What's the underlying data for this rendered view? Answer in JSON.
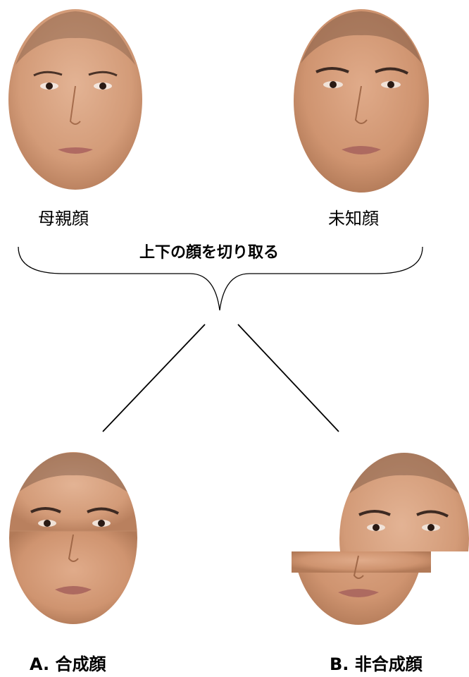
{
  "labels": {
    "mother_face": "母親顔",
    "unknown_face": "未知顔",
    "cut_caption": "上下の顔を切り取る",
    "composite_face": "A. 合成顔",
    "noncomposite_face": "B. 非合成顔"
  },
  "colors": {
    "skin": "#d8a07e",
    "skin_shadow": "#b9805e",
    "hair": "#3a2a22",
    "lips": "#b06a62",
    "line": "#000000"
  }
}
